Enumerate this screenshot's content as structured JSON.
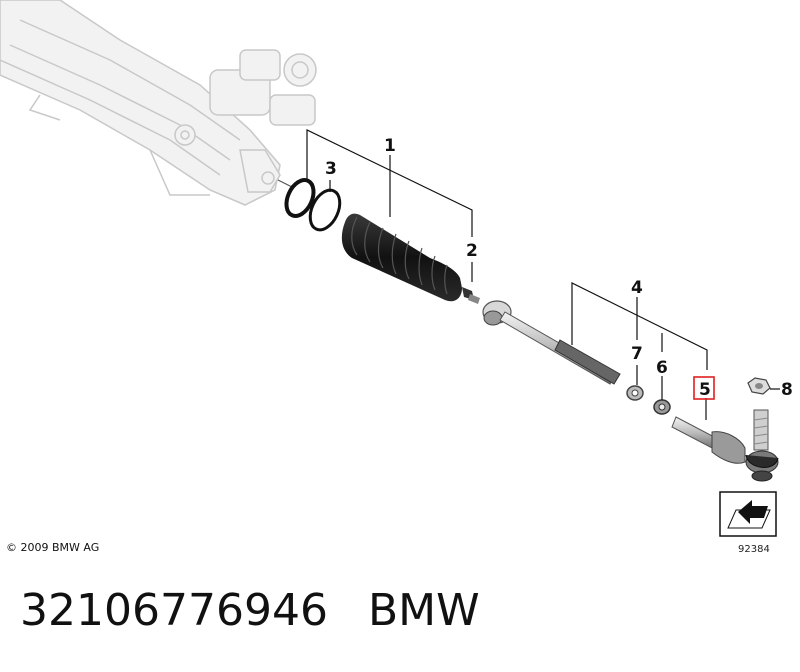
{
  "diagram": {
    "callouts": {
      "c1": "1",
      "c2": "2",
      "c3": "3",
      "c4": "4",
      "c5": "5",
      "c6": "6",
      "c7": "7",
      "c8": "8"
    },
    "highlighted_callout": "5",
    "highlight_color": "#e02020",
    "figure_number": "92384",
    "copyright": "© 2009 BMW AG"
  },
  "footer": {
    "part_number": "32106776946",
    "brand": "BMW"
  }
}
